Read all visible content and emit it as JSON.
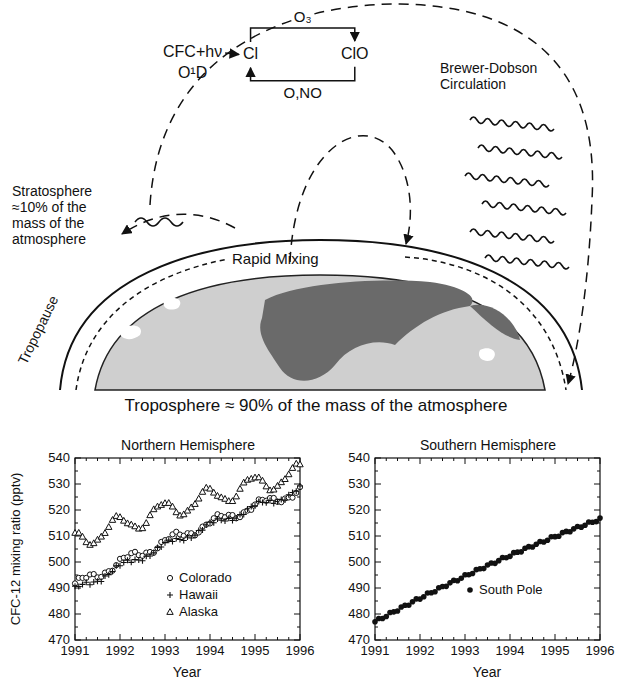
{
  "diagram": {
    "nodes": [
      {
        "text": [
          "CFC+hν",
          "O¹D"
        ]
      },
      {
        "text": [
          "Cl"
        ]
      },
      {
        "text": [
          "ClO"
        ]
      }
    ],
    "edges": [
      {
        "from": 0,
        "to": 1,
        "arrow": "to"
      },
      {
        "from": 1,
        "to": 2,
        "label": "O₃",
        "arrow": "to"
      },
      {
        "from": 2,
        "to": 1,
        "label": "O,NO",
        "arrow": "to"
      }
    ],
    "labels": [
      "Stratosphere ≈10% of the mass of the atmosphere",
      "Brewer-Dobson Circulation",
      "Tropopause",
      "Rapid Mixing",
      "Troposphere ≈ 90% of the mass of the atmosphere",
      "Northern Hemisphere",
      "Southern Hemisphere",
      "CFC-12 mixing ratio (pptv)",
      "540",
      "530",
      "520",
      "510",
      "500",
      "490",
      "480",
      "470",
      "1991",
      "1992",
      "1993",
      "1994",
      "1995",
      "1996",
      "Year",
      "540",
      "530",
      "520",
      "510",
      "500",
      "490",
      "480",
      "470",
      "1991",
      "1992",
      "1993",
      "1994",
      "1995",
      "1996",
      "Year"
    ],
    "legend": [
      {
        "text": "Colorado"
      },
      {
        "text": "Hawaii"
      },
      {
        "text": "Alaska"
      },
      {
        "text": "South Pole"
      }
    ]
  }
}
